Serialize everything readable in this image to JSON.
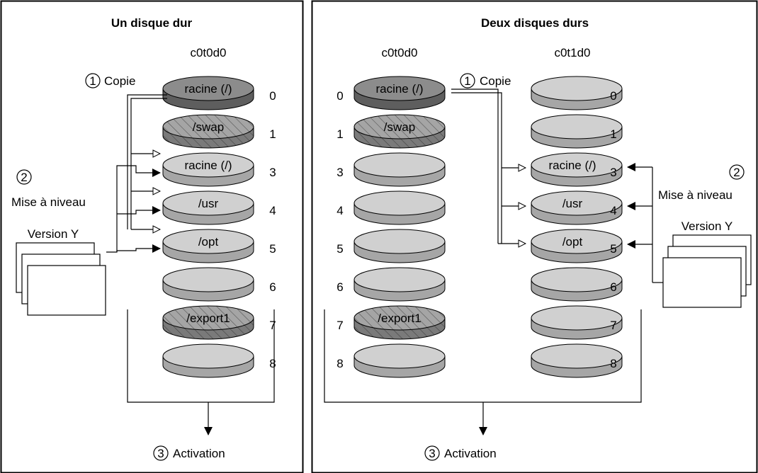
{
  "left_panel": {
    "title": "Un disque dur",
    "disk_name": "c0t0d0",
    "slices": [
      {
        "num": "0",
        "label": "racine (/)",
        "style": "dark"
      },
      {
        "num": "1",
        "label": "/swap",
        "style": "hatched"
      },
      {
        "num": "3",
        "label": "racine (/)",
        "style": "light"
      },
      {
        "num": "4",
        "label": "/usr",
        "style": "light"
      },
      {
        "num": "5",
        "label": "/opt",
        "style": "light"
      },
      {
        "num": "6",
        "label": "",
        "style": "light"
      },
      {
        "num": "7",
        "label": "/export1",
        "style": "hatched"
      },
      {
        "num": "8",
        "label": "",
        "style": "light"
      }
    ],
    "step1": {
      "num": "1",
      "label": "Copie"
    },
    "step2": {
      "num": "2",
      "label": "Mise à niveau"
    },
    "release": "Version Y",
    "step3": {
      "num": "3",
      "label": "Activation"
    }
  },
  "right_panel": {
    "title": "Deux disques durs",
    "disk1": {
      "name": "c0t0d0",
      "slices": [
        {
          "num": "0",
          "label": "racine (/)",
          "style": "dark"
        },
        {
          "num": "1",
          "label": "/swap",
          "style": "hatched"
        },
        {
          "num": "3",
          "label": "",
          "style": "light"
        },
        {
          "num": "4",
          "label": "",
          "style": "light"
        },
        {
          "num": "5",
          "label": "",
          "style": "light"
        },
        {
          "num": "6",
          "label": "",
          "style": "light"
        },
        {
          "num": "7",
          "label": "/export1",
          "style": "hatched"
        },
        {
          "num": "8",
          "label": "",
          "style": "light"
        }
      ]
    },
    "disk2": {
      "name": "c0t1d0",
      "slices": [
        {
          "num": "0",
          "label": "",
          "style": "light"
        },
        {
          "num": "1",
          "label": "",
          "style": "light"
        },
        {
          "num": "3",
          "label": "racine (/)",
          "style": "light"
        },
        {
          "num": "4",
          "label": "/usr",
          "style": "light"
        },
        {
          "num": "5",
          "label": "/opt",
          "style": "light"
        },
        {
          "num": "6",
          "label": "",
          "style": "light"
        },
        {
          "num": "7",
          "label": "",
          "style": "light"
        },
        {
          "num": "8",
          "label": "",
          "style": "light"
        }
      ]
    },
    "step1": {
      "num": "1",
      "label": "Copie"
    },
    "step2": {
      "num": "2",
      "label": "Mise à niveau"
    },
    "release": "Version Y",
    "step3": {
      "num": "3",
      "label": "Activation"
    }
  },
  "colors": {
    "dark": "#8c8c8c",
    "dark_rim": "#5e5e5e",
    "light": "#d0d0d0",
    "light_rim": "#a6a6a6",
    "hatch_line": "#555555",
    "stroke": "#000000"
  }
}
